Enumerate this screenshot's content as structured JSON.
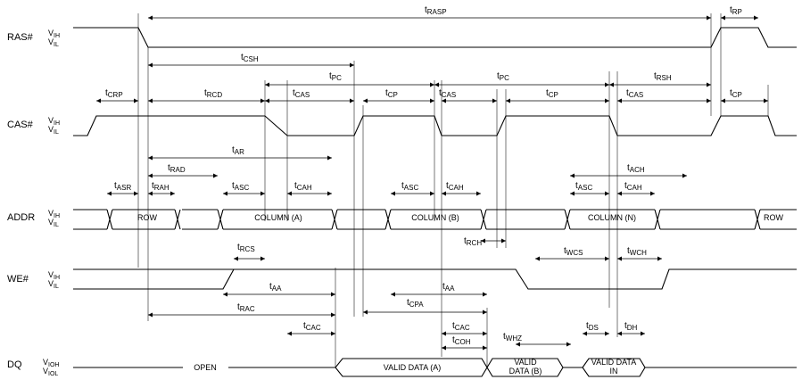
{
  "signals": [
    {
      "name": "RAS#",
      "levels": [
        "IH",
        "IL"
      ]
    },
    {
      "name": "CAS#",
      "levels": [
        "IH",
        "IL"
      ]
    },
    {
      "name": "ADDR",
      "levels": [
        "IH",
        "IL"
      ]
    },
    {
      "name": "WE#",
      "levels": [
        "IH",
        "IL"
      ]
    },
    {
      "name": "DQ",
      "levels": [
        "IOH",
        "IOL"
      ]
    }
  ],
  "bus_labels": {
    "row": "ROW",
    "col_a": "COLUMN (A)",
    "col_b": "COLUMN (B)",
    "col_n": "COLUMN (N)",
    "row2": "ROW",
    "open": "OPEN",
    "data_a": "VALID DATA (A)",
    "data_b_1": "VALID",
    "data_b_2": "DATA (B)",
    "data_in_1": "VALID DATA",
    "data_in_2": "IN"
  },
  "timings": {
    "rasp": "RASP",
    "rp": "RP",
    "csh": "CSH",
    "pc1": "PC",
    "pc2": "PC",
    "rsh": "RSH",
    "crp": "CRP",
    "rcd": "RCD",
    "cas1": "CAS",
    "cp1": "CP",
    "cas2": "CAS",
    "cp2": "CP",
    "cas3": "CAS",
    "cp3": "CP",
    "ar": "AR",
    "rad": "RAD",
    "ach": "ACH",
    "asr": "ASR",
    "rah": "RAH",
    "asc1": "ASC",
    "cah1": "CAH",
    "asc2": "ASC",
    "cah2": "CAH",
    "asc3": "ASC",
    "cah3": "CAH",
    "rch": "RCH",
    "rcs": "RCS",
    "wcs": "WCS",
    "wch": "WCH",
    "aa1": "AA",
    "aa2": "AA",
    "rac": "RAC",
    "cpa": "CPA",
    "cac1": "CAC",
    "cac2": "CAC",
    "coh": "COH",
    "whz": "WHZ",
    "ds": "DS",
    "dh": "DH"
  }
}
